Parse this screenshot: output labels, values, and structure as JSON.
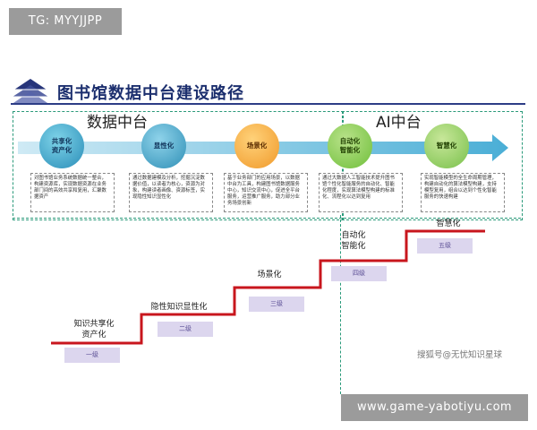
{
  "top_tag": "TG: MYYJJPP",
  "title": "图书馆数据中台建设路径",
  "sections": {
    "data_platform": "数据中台",
    "ai_platform": "AI中台"
  },
  "stages": [
    {
      "name": "共享化\n资产化",
      "desc": "对图书馆业务系统数据统一整合，构建资源库，实现数据资源在业务部门间的高效共享和复用，汇聚数据资产"
    },
    {
      "name": "显性化",
      "desc": "通过数据建模及分析，挖掘沉淀数据价值，以读者为核心，资源为对象，构建读者画像、资源标签，实现隐性知识显性化"
    },
    {
      "name": "场景化",
      "desc": "基于业务部门的应用场景，以数据中台为工具，构建图书馆数据服务中心，知识交流中心，促进全平台服务，运营推广服务，助力部分业务场景创新"
    },
    {
      "name": "自动化\n智能化",
      "desc": "通过大数据人工智能技术提升图书馆个性化智能服务的自动化、智能化程度，实现算法模型构建的标准化、流程化以达到复用"
    },
    {
      "name": "智慧化",
      "desc": "实现智能模型的全生命周期管理，构建自动化的算法模型构建，支持模型复用，组合以达到个性化智能服务的快速构建"
    }
  ],
  "steps": [
    {
      "label": "知识共享化\n资产化",
      "level": "一级"
    },
    {
      "label": "隐性知识显性化",
      "level": "二级"
    },
    {
      "label": "场景化",
      "level": "三级"
    },
    {
      "label": "自动化\n智能化",
      "level": "四级"
    },
    {
      "label": "智慧化",
      "level": "五级"
    }
  ],
  "watermark": "搜狐号@无忧知识星球",
  "bottom_tag": "www.game-yabotiyu.com",
  "colors": {
    "stair": "#c8161d",
    "title": "#1c2f6e",
    "frame": "#2a9a7a",
    "arrow": "#5fb9d9",
    "level_box": "#dcd6ee"
  },
  "icons": {
    "logo": "stacked-triangle-logo-icon"
  }
}
